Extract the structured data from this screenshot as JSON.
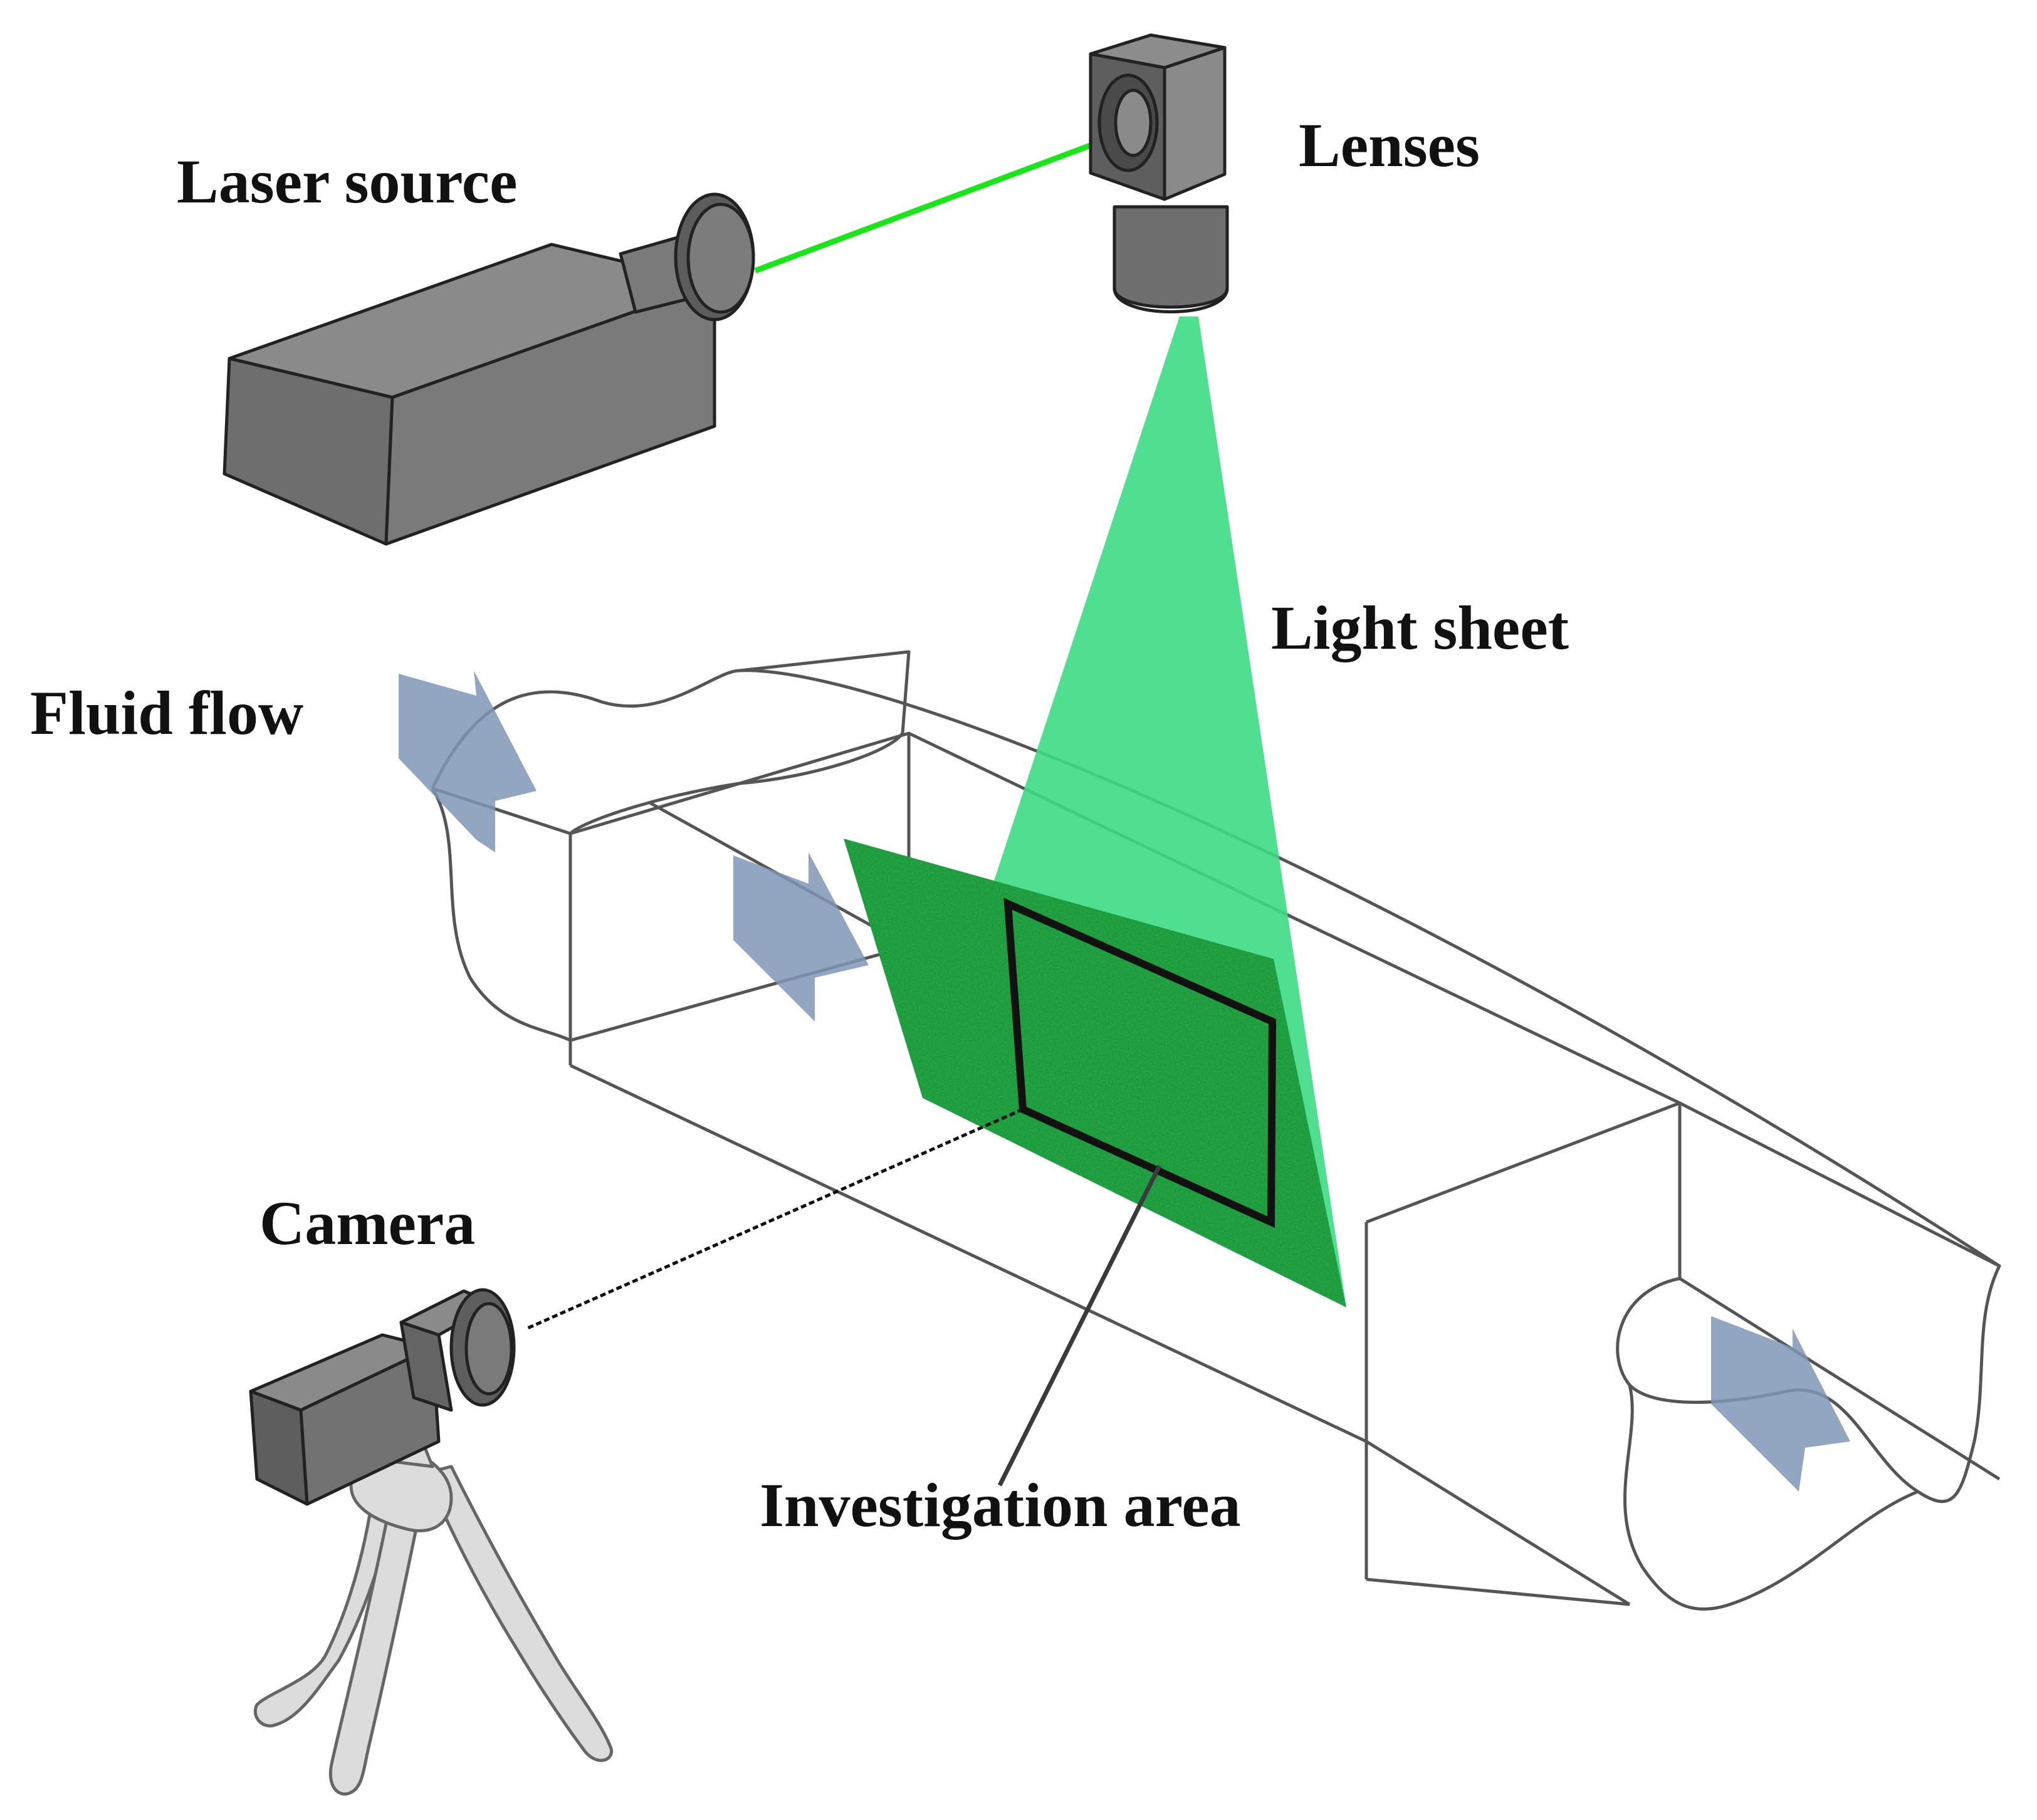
{
  "labels": {
    "laser_source": "Laser source",
    "lenses": "Lenses",
    "light_sheet": "Light sheet",
    "fluid_flow": "Fluid flow",
    "camera": "Camera",
    "investigation_area": "Investigation area"
  },
  "colors": {
    "laser_beam": "#19e619",
    "light_sheet": "#3ddc84",
    "seeded_region": "#1a9a3a",
    "device_body": "#6e6e6e",
    "channel_outline": "#555555",
    "flow_arrows": "#7f97b6",
    "text": "#111111"
  },
  "icons": {
    "laser": "laser-source-icon",
    "lens": "lens-assembly-icon",
    "camera": "camera-icon",
    "tripod": "tripod-icon",
    "flow": "flow-arrow-icon"
  }
}
